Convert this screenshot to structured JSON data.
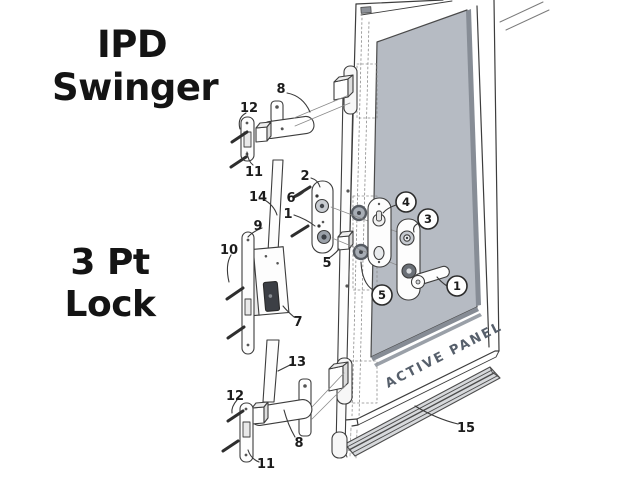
{
  "labels": {
    "title_line1": "IPD",
    "title_line2": "Swinger",
    "subtitle_line1": "3 Pt",
    "subtitle_line2": "Lock"
  },
  "door": {
    "active_panel_label": "ACTIVE PANEL"
  },
  "callouts": [
    {
      "label": "8",
      "circled": false
    },
    {
      "label": "12",
      "circled": false
    },
    {
      "label": "11",
      "circled": false
    },
    {
      "label": "2",
      "circled": false
    },
    {
      "label": "14",
      "circled": false
    },
    {
      "label": "6",
      "circled": false
    },
    {
      "label": "1",
      "circled": false
    },
    {
      "label": "9",
      "circled": false
    },
    {
      "label": "10",
      "circled": false
    },
    {
      "label": "5",
      "circled": false
    },
    {
      "label": "7",
      "circled": false
    },
    {
      "label": "13",
      "circled": false
    },
    {
      "label": "12",
      "circled": false
    },
    {
      "label": "8",
      "circled": false
    },
    {
      "label": "11",
      "circled": false
    },
    {
      "label": "4",
      "circled": true
    },
    {
      "label": "3",
      "circled": true
    },
    {
      "label": "5",
      "circled": true
    },
    {
      "label": "1",
      "circled": true
    },
    {
      "label": "15",
      "circled": false
    }
  ],
  "colors": {
    "line": "#3d3d3d",
    "glass": "#b6bbc3",
    "glass_edge": "#878d96",
    "panel_label_text": "#565f6b",
    "dark_card": "#3c3f45",
    "threshold_fill": "#d7d9dc",
    "text_dark": "#141414"
  }
}
